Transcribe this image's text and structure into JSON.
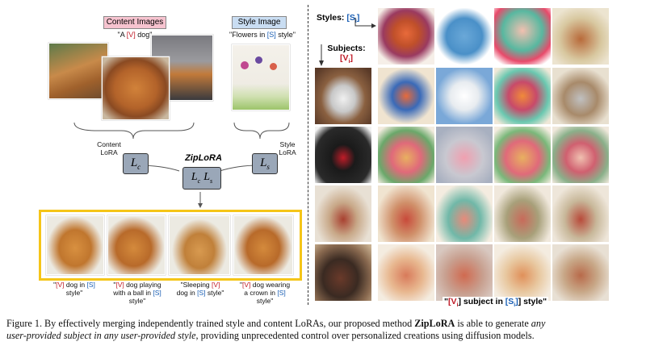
{
  "left": {
    "content_images_tag": "Content Images",
    "content_prompt": {
      "pre": "\"A ",
      "token": "[V]",
      "post": " dog\""
    },
    "style_image_tag": "Style Image",
    "style_prompt": {
      "pre": "\"Flowers in ",
      "token": "[S]",
      "post": " style\""
    },
    "content_lora": "Content\nLoRA",
    "style_lora": "Style\nLoRA",
    "zip_title": "ZipLoRA",
    "lc": "L",
    "lc_sub": "c",
    "ls": "L",
    "ls_sub": "s",
    "outputs": [
      {
        "lines": [
          [
            "\"",
            "[V]",
            " dog in ",
            "[S]"
          ],
          [
            "style\""
          ]
        ]
      },
      {
        "lines": [
          [
            "\"",
            "[V]",
            " dog playing"
          ],
          [
            "with a ball in ",
            "[S]"
          ],
          [
            "style\""
          ]
        ]
      },
      {
        "lines": [
          [
            "\"Sleeping ",
            "[V]"
          ],
          [
            "dog in ",
            "[S]",
            " style\""
          ]
        ]
      },
      {
        "lines": [
          [
            "\"",
            "[V]",
            " dog wearing"
          ],
          [
            "a crown in ",
            "[S]"
          ],
          [
            "style\""
          ]
        ]
      }
    ]
  },
  "right": {
    "styles_label": "Styles:",
    "styles_token": "[S",
    "styles_sub": "i",
    "subjects_label": "Subjects:",
    "subjects_token": "[V",
    "subjects_sub": "i",
    "bottom_label": {
      "q1": "\"",
      "v": "[V",
      "vsub": "i",
      "mid": "] subject in ",
      "s": "[S",
      "ssub": "i",
      "end": "] style\""
    }
  },
  "caption": {
    "prefix": "Figure 1. By effectively merging independently trained style and content LoRAs, our proposed method ",
    "method": "ZipLoRA",
    "mid": " is able to generate ",
    "emph1": "any",
    "line2_emph": "user-provided subject in any user-provided style",
    "suffix": ", providing unprecedented control over personalized creations using diffusion models."
  },
  "colors": {
    "blue": "#1a5fb4",
    "red": "#c01c28",
    "pink_tag": "#f6c3cf",
    "blue_tag": "#c9ddf2",
    "yellow_frame": "#f5c518"
  }
}
